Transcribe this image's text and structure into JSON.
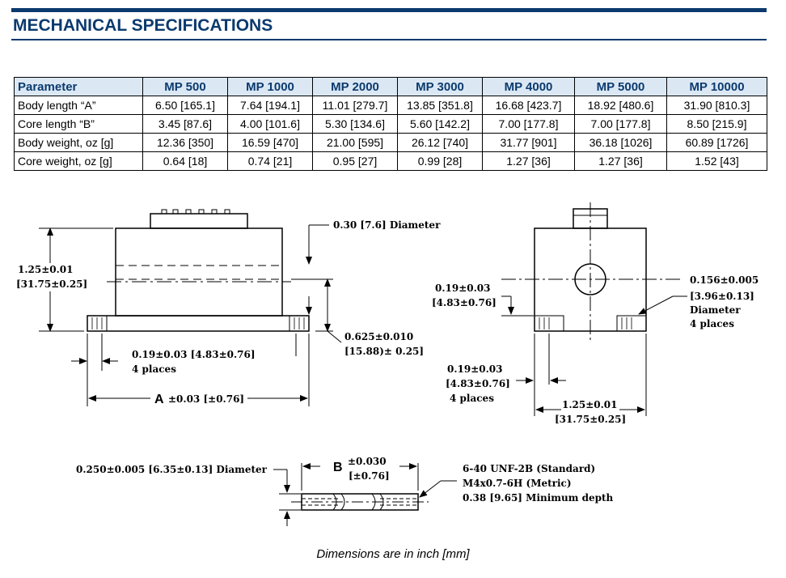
{
  "header": {
    "title": "MECHANICAL SPECIFICATIONS",
    "accent_color": "#0b3a6e",
    "header_fill": "#dbe8f4"
  },
  "table": {
    "columns": [
      "Parameter",
      "MP 500",
      "MP 1000",
      "MP 2000",
      "MP 3000",
      "MP 4000",
      "MP 5000",
      "MP 10000"
    ],
    "rows": [
      [
        "Body length “A”",
        "6.50 [165.1]",
        "7.64 [194.1]",
        "11.01 [279.7]",
        "13.85 [351.8]",
        "16.68 [423.7]",
        "18.92 [480.6]",
        "31.90 [810.3]"
      ],
      [
        "Core length “B”",
        "3.45 [87.6]",
        "4.00 [101.6]",
        "5.30 [134.6]",
        "5.60 [142.2]",
        "7.00 [177.8]",
        "7.00 [177.8]",
        "8.50 [215.9]"
      ],
      [
        "Body weight, oz [g]",
        "12.36 [350]",
        "16.59 [470]",
        "21.00 [595]",
        "26.12 [740]",
        "31.77 [901]",
        "36.18 [1026]",
        "60.89 [1726]"
      ],
      [
        "Core weight, oz [g]",
        "0.64 [18]",
        "0.74 [21]",
        "0.95 [27]",
        "0.99 [28]",
        "1.27 [36]",
        "1.27 [36]",
        "1.52 [43]"
      ]
    ]
  },
  "drawing": {
    "side_view": {
      "height_label_1": "1.25±0.01",
      "height_label_2": "[31.75±0.25]",
      "diameter_label": "0.30 [7.6] Diameter",
      "flange_label_1": "0.625±0.010",
      "flange_label_2": "[15.88)± 0.25]",
      "foot_label_1": "0.19±0.03 [4.83±0.76]",
      "foot_label_2": "4 places",
      "length_letter": "A",
      "length_label": "±0.03 [±0.76]"
    },
    "end_view": {
      "foot_top_1": "0.19±0.03",
      "foot_top_2": "[4.83±0.76]",
      "hole_label_1": "0.156±0.005",
      "hole_label_2": "[3.96±0.13]",
      "hole_label_3": "Diameter",
      "hole_label_4": "4 places",
      "foot_bottom_1": "0.19±0.03",
      "foot_bottom_2": "[4.83±0.76]",
      "foot_bottom_3": "4 places",
      "width_label_1": "1.25±0.01",
      "width_label_2": "[31.75±0.25]"
    },
    "core": {
      "diameter_label": "0.250±0.005 [6.35±0.13] Diameter",
      "length_letter": "B",
      "tol_1": "±0.030",
      "tol_2": "[±0.76]",
      "thread_1": "6-40 UNF-2B (Standard)",
      "thread_2": "M4x0.7-6H (Metric)",
      "thread_3": "0.38 [9.65] Minimum depth"
    }
  },
  "footnote": "Dimensions are in inch [mm]"
}
